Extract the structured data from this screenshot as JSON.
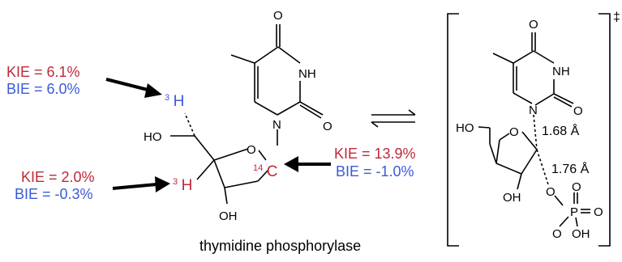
{
  "colors": {
    "kie": "#c0283a",
    "bie": "#3a5bd9",
    "ink": "#000000"
  },
  "labels": {
    "kie_h5": "KIE = 6.1%",
    "bie_h5": "BIE = 6.0%",
    "kie_h4": "KIE = 2.0%",
    "bie_h4": "BIE = -0.3%",
    "kie_c1": "KIE = 13.9%",
    "bie_c1": "BIE = -1.0%",
    "caption": "thymidine phosphorylase"
  },
  "isotopes": {
    "h3_mass": "3",
    "h3_symbol": "H",
    "c14_mass": "14",
    "c14_symbol": "C"
  },
  "reactant_atoms": {
    "o_top": "O",
    "nh": "NH",
    "o_right": "O",
    "n1": "N",
    "ho": "HO",
    "ring_o": "O",
    "oh": "OH"
  },
  "ts_atoms": {
    "o_top": "O",
    "nh": "NH",
    "o_right": "O",
    "n1": "N",
    "ho": "HO",
    "ring_o": "O",
    "oh": "OH",
    "o_link": "O",
    "p": "P",
    "p_o_top": "O",
    "p_o_right": "O",
    "p_o_bottom": "O",
    "p_oh": "OH",
    "d1": "1.68 Å",
    "d2": "1.76 Å",
    "ts_symbol": "‡"
  }
}
